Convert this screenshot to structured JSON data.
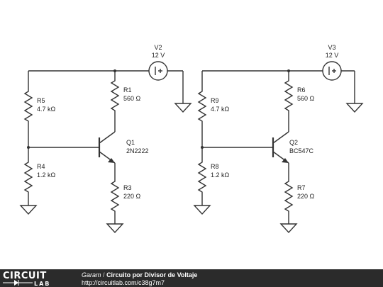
{
  "circuit_left": {
    "v_source": {
      "name": "V2",
      "value": "12 V"
    },
    "r_top_base": {
      "name": "R5",
      "value": "4.7 kΩ"
    },
    "r_bottom_base": {
      "name": "R4",
      "value": "1.2 kΩ"
    },
    "r_collector": {
      "name": "R1",
      "value": "560 Ω"
    },
    "r_emitter": {
      "name": "R3",
      "value": "220 Ω"
    },
    "transistor": {
      "name": "Q1",
      "model": "2N2222"
    }
  },
  "circuit_right": {
    "v_source": {
      "name": "V3",
      "value": "12 V"
    },
    "r_top_base": {
      "name": "R9",
      "value": "4.7 kΩ"
    },
    "r_bottom_base": {
      "name": "R8",
      "value": "1.2 kΩ"
    },
    "r_collector": {
      "name": "R6",
      "value": "560 Ω"
    },
    "r_emitter": {
      "name": "R7",
      "value": "220 Ω"
    },
    "transistor": {
      "name": "Q2",
      "model": "BC547C"
    }
  },
  "footer": {
    "logo_top": "CIRCUIT",
    "logo_bottom": "LAB",
    "author": "Garam",
    "separator": "/",
    "title": "Circuito por Divisor de Voltaje",
    "url": "http://circuitlab.com/c38g7m7"
  },
  "colors": {
    "wire": "#333333",
    "footer_bg": "#2b2b2b"
  }
}
